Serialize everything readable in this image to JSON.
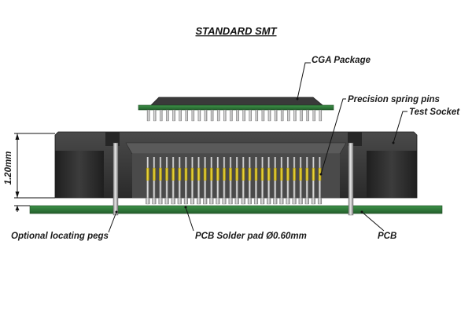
{
  "diagram": {
    "title": "STANDARD  SMT",
    "labels": {
      "cga_package": "CGA Package",
      "spring_pins": "Precision spring pins",
      "test_socket": "Test Socket",
      "dimension": "1.20mm",
      "locating_pegs": "Optional locating pegs",
      "solder_pad": "PCB Solder pad Ø0.60mm",
      "pcb": "PCB"
    },
    "colors": {
      "pcb_green": "#2f7d3a",
      "socket_body": "#3a3a3a",
      "pin_gold": "#d8c021",
      "pin_silver": "#b8b8b8"
    }
  }
}
